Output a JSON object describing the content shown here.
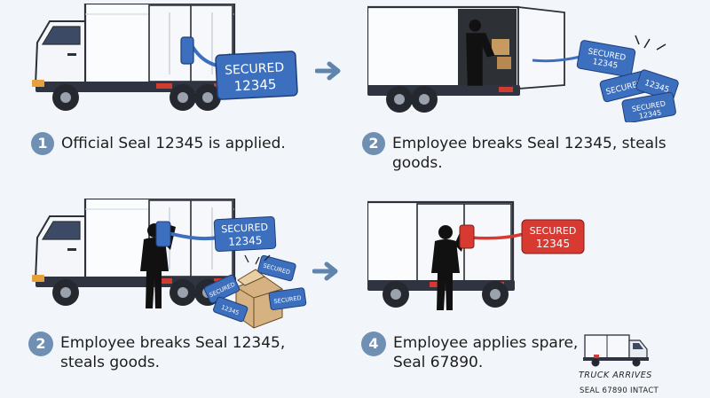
{
  "colors": {
    "background": "#f2f5f9",
    "seal_blue": "#3d6fbf",
    "seal_red": "#d83a32",
    "step_badge": "#6f8fb3",
    "arrow": "#5f84ad"
  },
  "seals": {
    "top_left": {
      "line1": "SECURED",
      "line2": "12345"
    },
    "bottom_left": {
      "line1": "SECURED",
      "line2": "12345"
    },
    "bottom_right": {
      "line1": "SECURED",
      "line2": "12345"
    },
    "broken_1": "SECURED\n12345",
    "broken_2": "SECURED",
    "broken_3": "12345",
    "broken_4": "SECURED\n12345",
    "box_1": "SECURED",
    "box_2": "12345",
    "box_3": "SECURED",
    "box_4": "SECURED"
  },
  "steps": [
    {
      "number": "1",
      "text": "Official Seal 12345 is applied."
    },
    {
      "number": "2",
      "text": "Employee breaks Seal 12345, steals goods."
    },
    {
      "number": "2",
      "text": "Employee breaks Seal 12345,\nsteals goods."
    },
    {
      "number": "4",
      "text": "Employee  applies spare,\nSeal 67890."
    }
  ],
  "note": {
    "line1": "TRUCK ARRIVES",
    "line2": "SEAL 67890 INTACT"
  },
  "icons": [
    "truck-icon",
    "right-arrow-icon",
    "person-silhouette-icon",
    "cardboard-box-icon"
  ]
}
